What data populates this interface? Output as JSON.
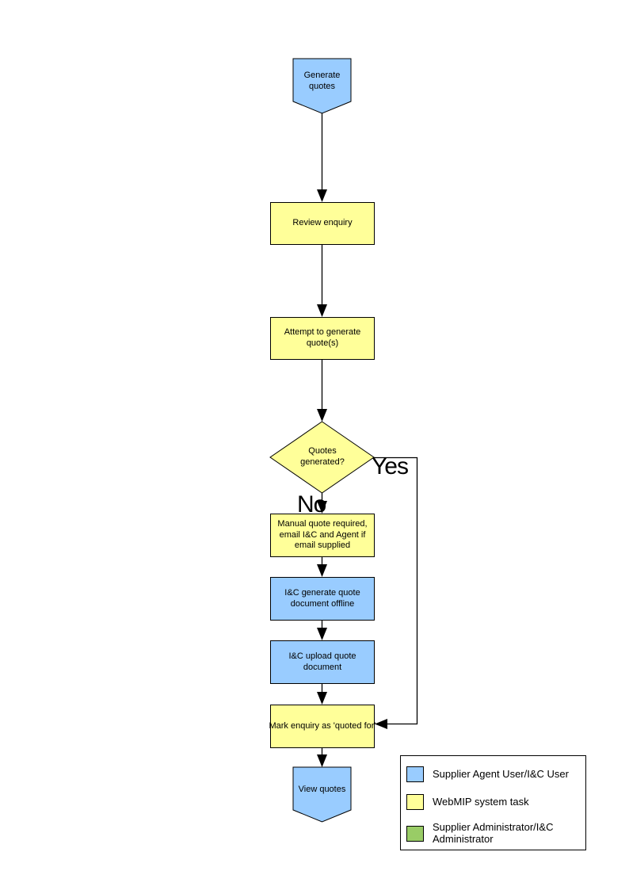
{
  "diagram": {
    "nodes": {
      "generate_quotes": {
        "label": "Generate quotes",
        "shape": "pentagon",
        "fill": "#99CCFF"
      },
      "review_enquiry": {
        "label": "Review enquiry",
        "shape": "rect",
        "fill": "#FFFF99"
      },
      "attempt_generate": {
        "label": "Attempt to generate quote(s)",
        "shape": "rect",
        "fill": "#FFFF99"
      },
      "quotes_generated": {
        "label": "Quotes generated?",
        "shape": "diamond",
        "fill": "#FFFF99"
      },
      "manual_quote": {
        "label": "Manual quote required, email I&C and Agent if email supplied",
        "shape": "rect",
        "fill": "#FFFF99"
      },
      "ic_generate_offline": {
        "label": "I&C generate quote document offline",
        "shape": "rect",
        "fill": "#99CCFF"
      },
      "ic_upload": {
        "label": "I&C upload quote document",
        "shape": "rect",
        "fill": "#99CCFF"
      },
      "mark_enquiry": {
        "label": "Mark enquiry as 'quoted for'",
        "shape": "rect",
        "fill": "#FFFF99"
      },
      "view_quotes": {
        "label": "View quotes",
        "shape": "pentagon",
        "fill": "#99CCFF"
      }
    },
    "edge_labels": {
      "yes": "Yes",
      "no": "No"
    },
    "legend": {
      "items": [
        {
          "label": "Supplier Agent User/I&C User",
          "color": "#99CCFF"
        },
        {
          "label": "WebMIP system task",
          "color": "#FFFF99"
        },
        {
          "label": "Supplier Administrator/I&C Administrator",
          "color": "#99CC66"
        }
      ]
    },
    "colors": {
      "line": "#000000",
      "background": "#FFFFFF"
    }
  }
}
